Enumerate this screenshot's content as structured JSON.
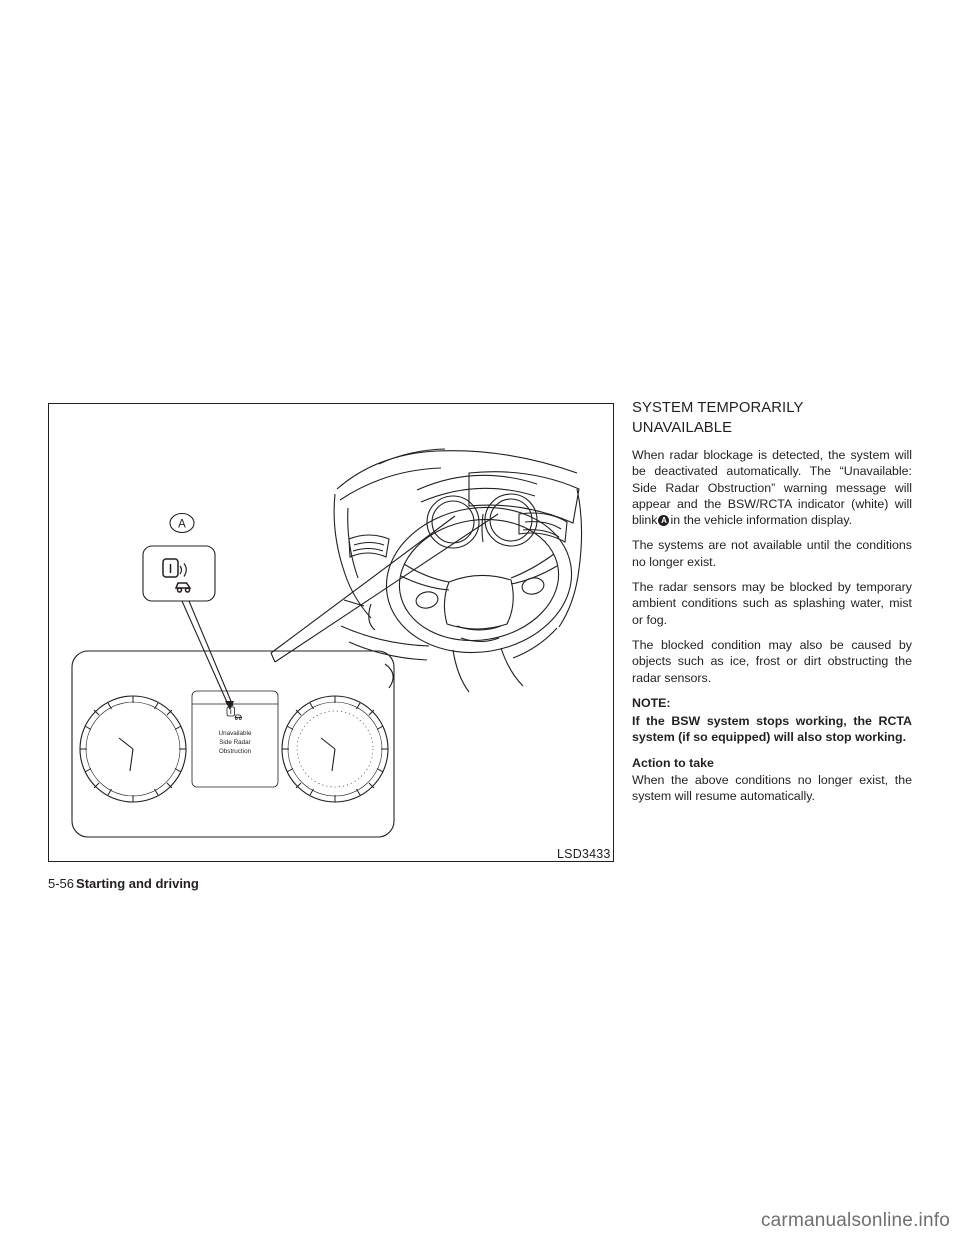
{
  "figure": {
    "code": "LSD3433",
    "callout_label": "A",
    "display_message_lines": [
      "Unavailable",
      "Side Radar",
      "Obstruction"
    ]
  },
  "content": {
    "heading_line1": "SYSTEM TEMPORARILY",
    "heading_line2": "UNAVAILABLE",
    "para1_before_icon": "When radar blockage is detected, the system will be deactivated automatically. The “Unavailable: Side Radar Obstruction” warning message will appear and the BSW/RCTA indicator (white) will blink",
    "para1_icon_label": "A",
    "para1_after_icon": "in the vehicle information display.",
    "para2": "The systems are not available until the conditions no longer exist.",
    "para3": "The radar sensors may be blocked by temporary ambient conditions such as splashing water, mist or fog.",
    "para4": "The blocked condition may also be caused by objects such as ice, frost or dirt obstructing the radar sensors.",
    "note_label": "NOTE:",
    "note_body": "If the BSW system stops working, the RCTA system (if so equipped) will also stop working.",
    "action_heading": "Action to take",
    "action_body": "When the above conditions no longer exist, the system will resume automatically."
  },
  "footer": {
    "page_number": "5-56",
    "section_title": "Starting and driving"
  },
  "watermark": "carmanualsonline.info"
}
